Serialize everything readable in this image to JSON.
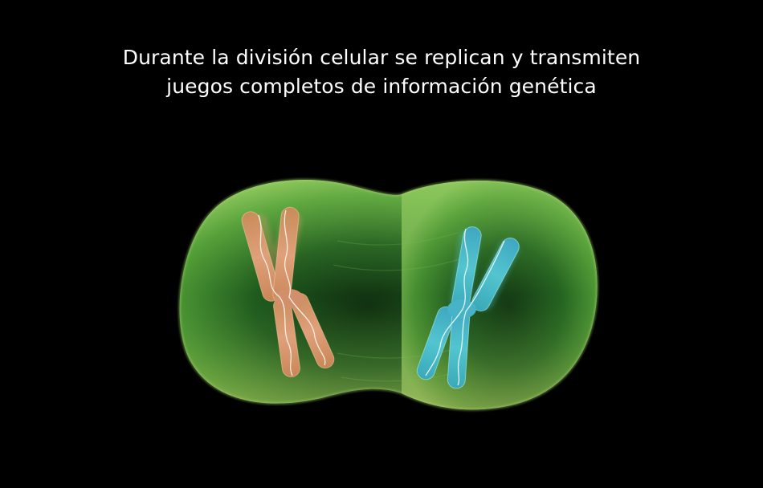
{
  "caption": {
    "line1": "Durante la división celular se replican y transmiten",
    "line2": "juegos completos de información genética"
  },
  "illustration": {
    "subject": "dividing-cell",
    "colors": {
      "background": "#000000",
      "cell": "#4e9a32",
      "chromosome_left": "#d9916a",
      "chromosome_right": "#3fb6c3"
    }
  }
}
